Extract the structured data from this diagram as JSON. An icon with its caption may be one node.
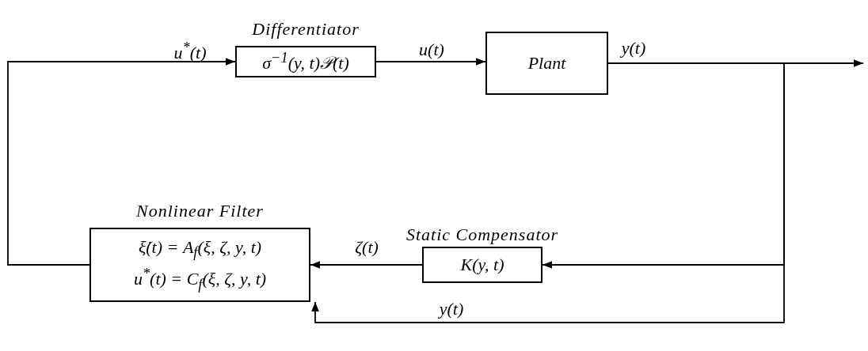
{
  "diagram": {
    "nodes": [
      {
        "text": [
          "Differentiator",
          "σ$^{−1}$(y, t)𝒫(t)"
        ]
      },
      {
        "text": [
          "Plant"
        ]
      },
      {
        "text": [
          "Nonlinear Filter",
          "ξ̇(t) = A$_{f}$(ξ, ζ, y, t)",
          "u$^{*}$(t) = C$_{f}$(ξ, ζ, y, t)"
        ]
      },
      {
        "text": [
          "Static Compensator",
          "K(y, t)"
        ]
      }
    ],
    "edges": [
      {
        "from": 1,
        "to": null,
        "arrow": "to",
        "label": "y(t)"
      },
      {
        "from": 1,
        "to": 3,
        "arrow": "to"
      },
      {
        "from": 1,
        "to": 2,
        "arrow": "to",
        "label": "y(t)"
      },
      {
        "from": 3,
        "to": 2,
        "arrow": "to",
        "label": "ζ(t)"
      },
      {
        "from": 2,
        "to": 0,
        "arrow": "to",
        "label": "u$^{*}$(t)"
      },
      {
        "from": 0,
        "to": 1,
        "arrow": "to",
        "label": "u(t)"
      }
    ]
  }
}
